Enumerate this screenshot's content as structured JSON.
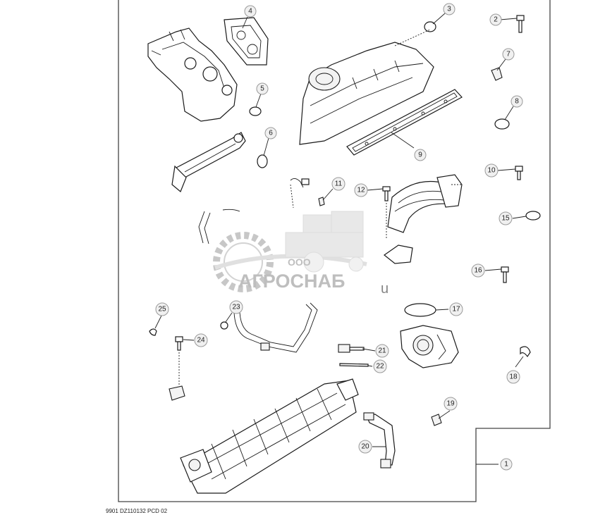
{
  "callouts": [
    "1",
    "2",
    "3",
    "4",
    "5",
    "6",
    "7",
    "8",
    "9",
    "10",
    "11",
    "12",
    "15",
    "16",
    "17",
    "18",
    "19",
    "20",
    "21",
    "22",
    "23",
    "24",
    "25"
  ],
  "watermark": {
    "company_prefix": "ООО",
    "company_name": "АГРОСНАБ",
    "suffix": "u"
  },
  "footer": {
    "drawing_code": "9901  DZ110132  PCD  02"
  }
}
